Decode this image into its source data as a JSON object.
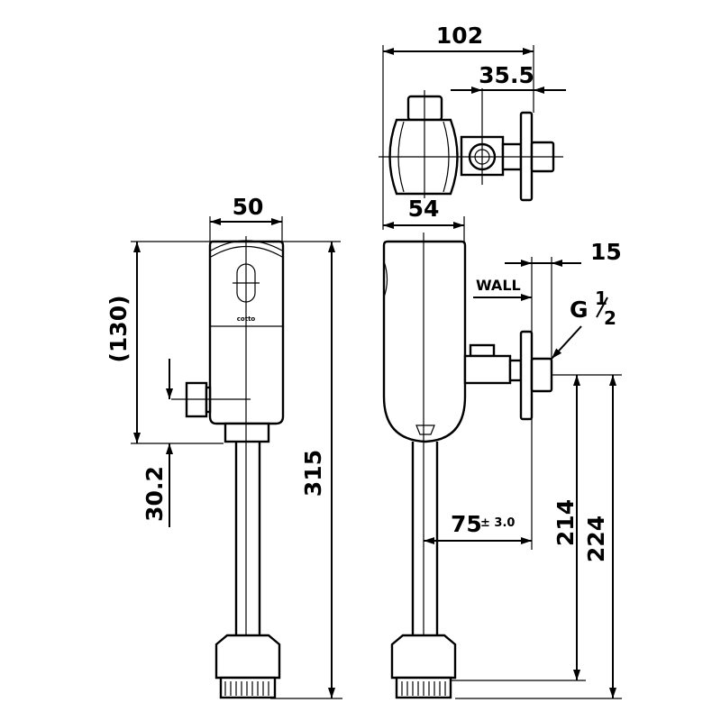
{
  "title": "Urinal flush valve dimension drawing",
  "dimensions": {
    "top_width": "102",
    "top_offset": "35.5",
    "front_width": "50",
    "side_width": "54",
    "flange": "15",
    "wall_label": "WALL",
    "thread_g": "G",
    "thread_num": "1",
    "thread_den": "2",
    "sensor_height": "(130)",
    "inlet_offset": "30.2",
    "total_height": "315",
    "wall_distance": "75",
    "wall_tolerance": "± 3.0",
    "inlet_height_1": "214",
    "inlet_height_2": "224"
  },
  "colors": {
    "line": "#000000",
    "background": "#ffffff"
  }
}
